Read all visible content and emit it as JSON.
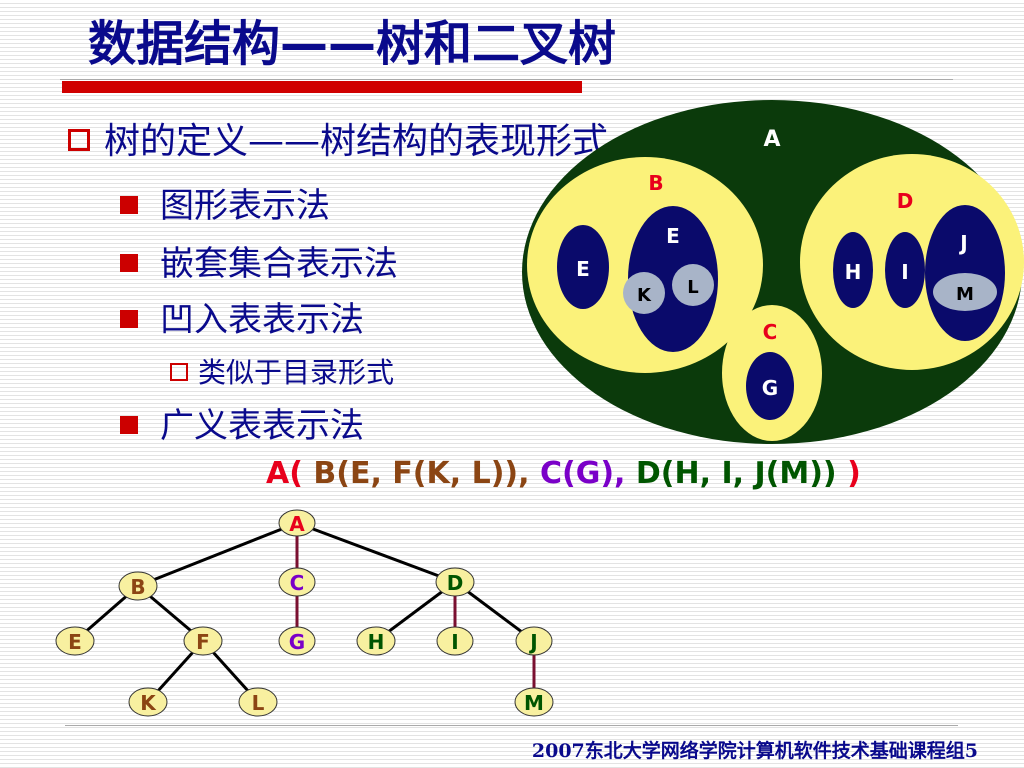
{
  "title": "数据结构——树和二叉树",
  "bullets": {
    "level1": "树的定义——树结构的表现形式",
    "graphic": "图形表示法",
    "nested": "嵌套集合表示法",
    "indent": "凹入表表示法",
    "indent_sub": "类似于目录形式",
    "genlist": "广义表表示法"
  },
  "generalized_list": {
    "a": "A(",
    "b": "B(E, F(K, L)),",
    "c": "C(G),",
    "d": "D(H, I, J(M))",
    "close": ")"
  },
  "nested_sets": {
    "A": "A",
    "B": "B",
    "C": "C",
    "D": "D",
    "E1": "E",
    "E2": "E",
    "K": "K",
    "L": "L",
    "G": "G",
    "H": "H",
    "I": "I",
    "J": "J",
    "M": "M"
  },
  "tree": {
    "A": "A",
    "B": "B",
    "C": "C",
    "D": "D",
    "E": "E",
    "F": "F",
    "G": "G",
    "H": "H",
    "I": "I",
    "J": "J",
    "K": "K",
    "L": "L",
    "M": "M"
  },
  "colors": {
    "title": "#0a0a8c",
    "accent_red": "#d00000",
    "outer_set": "#0b3a0b",
    "inner_set": "#fbf27a",
    "leaf_set": "#0a0a6b",
    "leaf_inner": "#a8b4c8",
    "node_fill": "#f8f0a0",
    "color_b": "#8b4513",
    "color_c": "#7a00c8",
    "color_d": "#005500"
  },
  "footer": "2007东北大学网络学院计算机软件技术基础课程组5"
}
